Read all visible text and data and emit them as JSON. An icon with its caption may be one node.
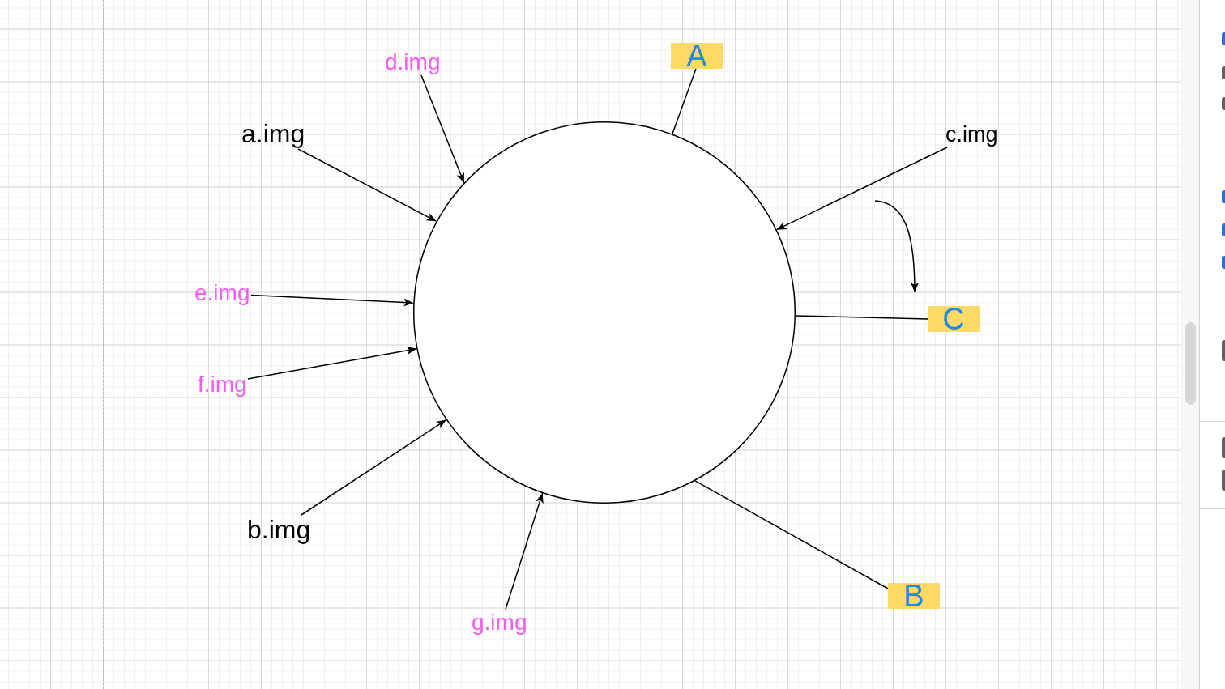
{
  "diagram": {
    "nodes": [
      {
        "text": [
          "d.img"
        ]
      },
      {
        "text": [
          "A"
        ]
      },
      {
        "text": [
          "a.img"
        ]
      },
      {
        "text": [],
        "shape": "circle"
      },
      {
        "text": [
          "c.img"
        ]
      },
      {
        "text": [
          "e.img"
        ]
      },
      {
        "text": [
          "C"
        ]
      },
      {
        "text": [
          "f.img"
        ]
      },
      {
        "text": [
          "b.img"
        ]
      },
      {
        "text": [
          "B"
        ]
      },
      {
        "text": [
          "g.img"
        ]
      }
    ],
    "edges": [
      {
        "from": 0,
        "to": 3,
        "arrow": "to"
      },
      {
        "from": 1,
        "to": 3,
        "arrow": "none"
      },
      {
        "from": 2,
        "to": 3,
        "arrow": "to"
      },
      {
        "from": 4,
        "to": 3,
        "arrow": "to"
      },
      {
        "from": 5,
        "to": 3,
        "arrow": "to"
      },
      {
        "from": 6,
        "to": 3,
        "arrow": "none"
      },
      {
        "from": 7,
        "to": 3,
        "arrow": "to"
      },
      {
        "from": 8,
        "to": 3,
        "arrow": "to"
      },
      {
        "from": 9,
        "to": 3,
        "arrow": "none"
      },
      {
        "from": 10,
        "to": 3,
        "arrow": "to"
      }
    ]
  }
}
